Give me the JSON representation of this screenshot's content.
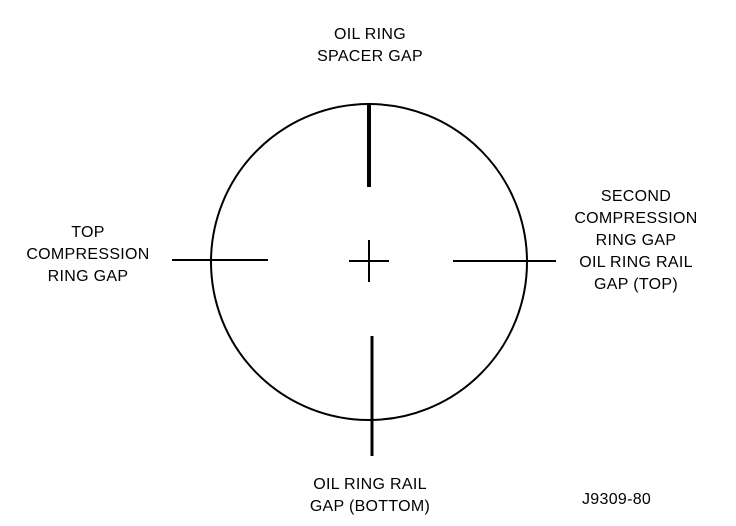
{
  "labels": {
    "oil_ring_spacer_gap": [
      "OIL RING",
      "SPACER GAP"
    ],
    "top_compression_ring_gap": [
      "TOP",
      "COMPRESSION",
      "RING GAP"
    ],
    "second_compression_and_rail_top": [
      "SECOND",
      "COMPRESSION",
      "RING GAP",
      "OIL RING RAIL",
      "GAP (TOP)"
    ],
    "oil_ring_rail_gap_bottom": [
      "OIL RING RAIL",
      "GAP (BOTTOM)"
    ]
  },
  "figure_id": "J9309-80",
  "colors": {
    "stroke": "#000000",
    "background": "#ffffff"
  }
}
